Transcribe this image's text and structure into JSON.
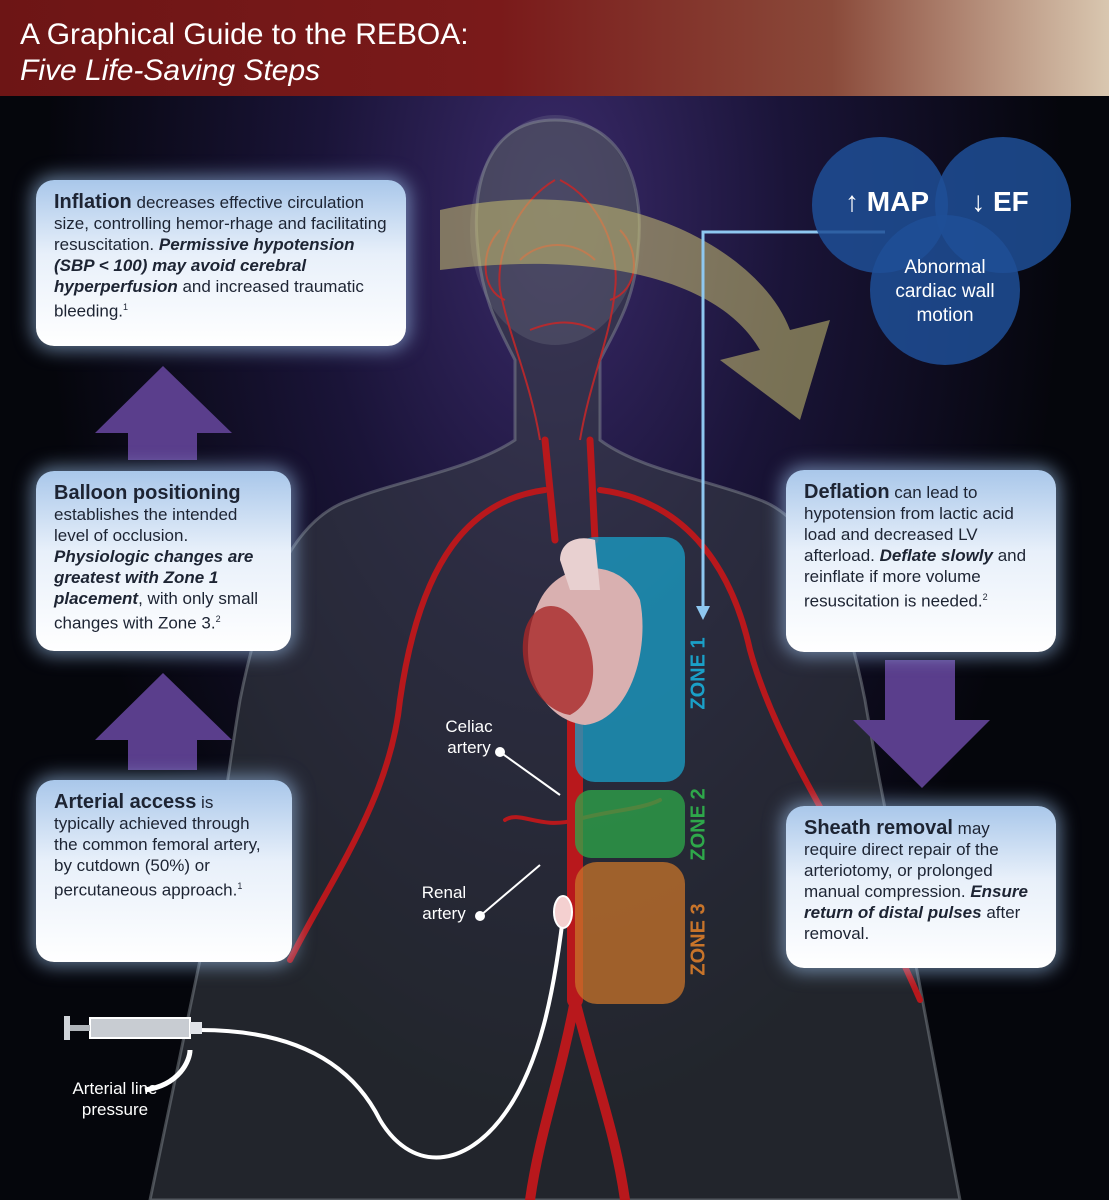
{
  "header": {
    "title_line1": "A Graphical Guide to the REBOA:",
    "title_line2": "Five Life-Saving Steps"
  },
  "colors": {
    "header_red": "#7a1a1a",
    "zone1": "#1aa0c8",
    "zone2": "#2ea84a",
    "zone3": "#c8742a",
    "arrow_purple": "#5a3e8c",
    "venn_blue": "#1f4f96"
  },
  "steps": {
    "inflation": {
      "heading": "Inflation",
      "text1": " decreases effective circulation size, controlling hemor-rhage and facilitating resuscitation. ",
      "emph": "Permissive hypotension (SBP < 100) may avoid cerebral hyperperfusion",
      "text2": " and increased traumatic bleeding.",
      "ref": "1"
    },
    "balloon": {
      "heading": "Balloon positioning",
      "text1": " establishes the intended level of occlusion. ",
      "emph": "Physiologic changes are greatest with Zone 1 placement",
      "text2": ", with only small changes with Zone 3.",
      "ref": "2"
    },
    "access": {
      "heading": "Arterial access",
      "text1": " is typically achieved through the common femoral artery, by cutdown (50%) or percutaneous approach.",
      "ref": "1"
    },
    "deflation": {
      "heading": "Deflation",
      "text1": " can lead to hypotension from lactic acid load and decreased LV afterload. ",
      "emph": "Deflate slowly",
      "text2": " and reinflate if more volume resuscitation is needed.",
      "ref": "2"
    },
    "sheath": {
      "heading": "Sheath removal",
      "text1": " may require direct repair of the arteriotomy, or prolonged manual compression. ",
      "emph": "Ensure return of distal pulses",
      "text2": " after removal."
    }
  },
  "venn": {
    "map": "↑ MAP",
    "ef": "↓ EF",
    "wall": "Abnormal cardiac wall motion"
  },
  "zones": {
    "zone1": "ZONE 1",
    "zone2": "ZONE 2",
    "zone3": "ZONE 3"
  },
  "labels": {
    "celiac": "Celiac artery",
    "renal": "Renal artery",
    "arterial_line": "Arterial line pressure"
  }
}
